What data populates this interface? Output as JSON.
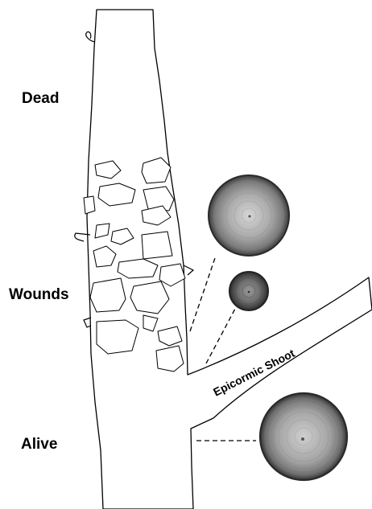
{
  "labels": {
    "dead": "Dead",
    "wounds": "Wounds",
    "alive": "Alive",
    "epicormic_shoot": "Epicormic Shoot"
  },
  "colors": {
    "outline": "#000000",
    "wood_light": "#b9b9b9",
    "wood_dark": "#4a4a4a",
    "background": "#ffffff"
  }
}
